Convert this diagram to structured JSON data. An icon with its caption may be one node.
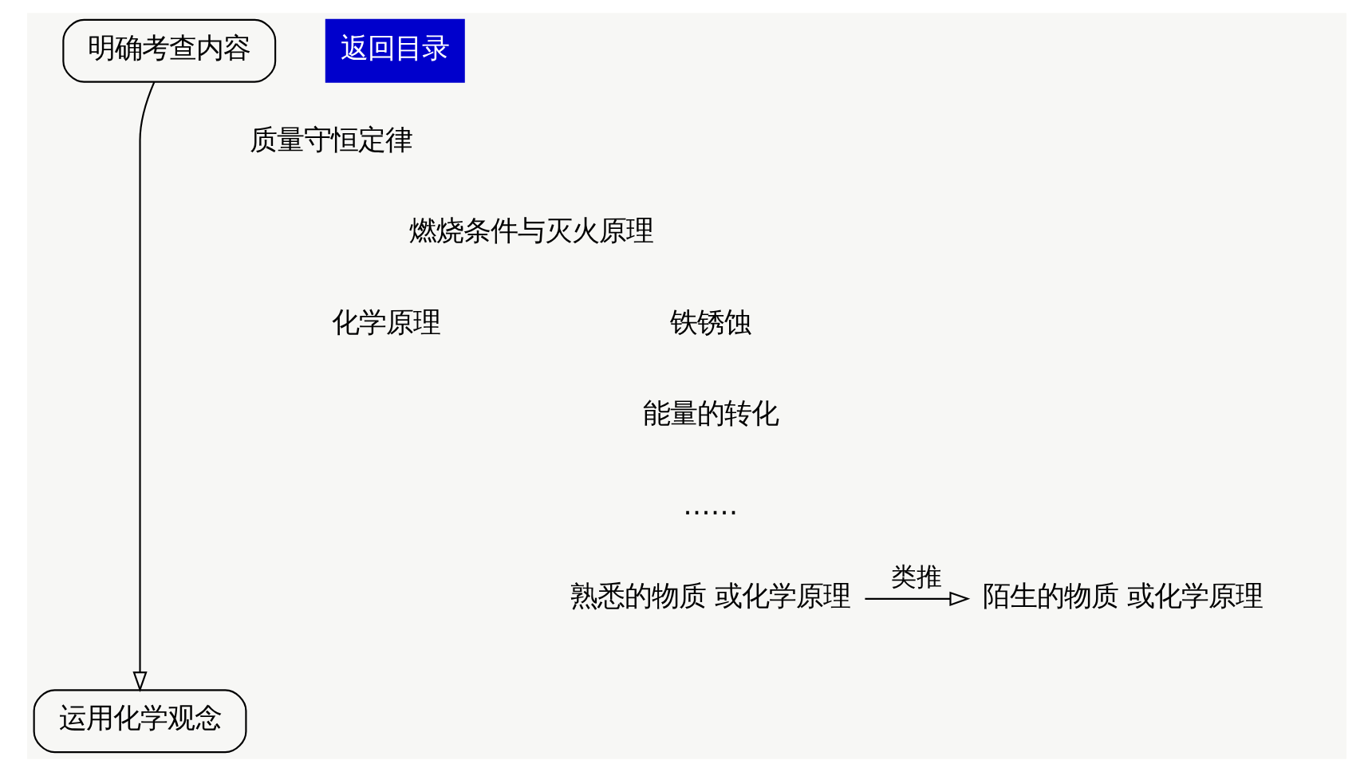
{
  "diagram": {
    "nodes": [
      {
        "text": [
          "明确考查内容"
        ]
      },
      {
        "text": [
          "运用化学观念"
        ]
      },
      {
        "text": [
          "熟悉的物质 或化学原理"
        ]
      },
      {
        "text": [
          "陌生的物质 或化学原理"
        ]
      }
    ],
    "edges": [
      {
        "from": 0,
        "to": 1,
        "arrow": "to"
      },
      {
        "from": 2,
        "to": 3,
        "arrow": "to",
        "label": "类推"
      }
    ],
    "labels": [
      "返回目录",
      "化学原理",
      "质量守恒定律",
      "燃烧条件与灭火原理",
      "铁锈蚀",
      "能量的转化",
      "……"
    ]
  }
}
